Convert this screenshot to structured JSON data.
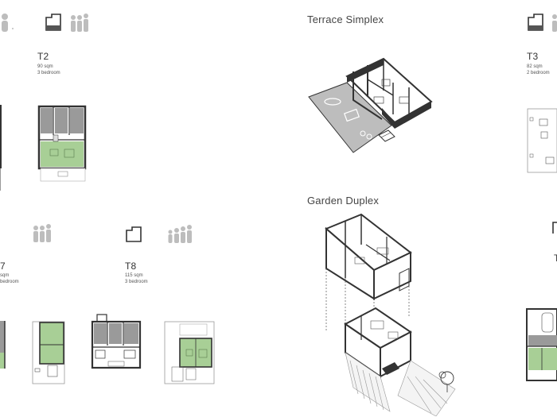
{
  "units": {
    "t2": {
      "code": "T2",
      "area": "90 sqm",
      "bedrooms": "3 bedroom"
    },
    "t3": {
      "code": "T3",
      "area": "82 sqm",
      "bedrooms": "2 bedroom"
    },
    "t7": {
      "code": "7",
      "area": "sqm",
      "bedrooms": "bedroom"
    },
    "t8": {
      "code": "T8",
      "area": "115 sqm",
      "bedrooms": "3  bedroom"
    },
    "t_right_bottom": {
      "code": "T"
    }
  },
  "sections": {
    "terrace": "Terrace Simplex",
    "garden": "Garden Duplex"
  },
  "colors": {
    "green_room": "#a8cf96",
    "gray_room": "#9a9a9a",
    "line": "#333333",
    "icon": "#bdbdbd"
  },
  "icons": [
    "person-icon",
    "house-icon",
    "family-icon"
  ]
}
